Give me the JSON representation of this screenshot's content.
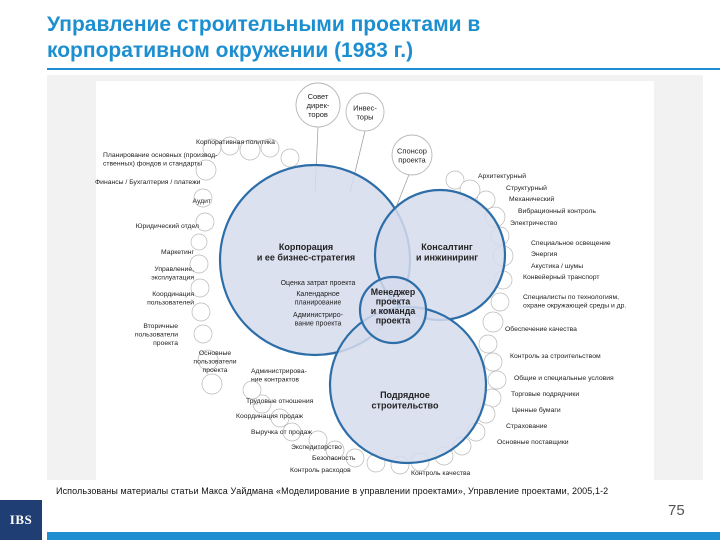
{
  "slide": {
    "title": "Управление строительными проектами в корпоративном окружении (1983 г.)",
    "caption": "Использованы материалы статьи Макса Уайдмана «Моделирование в управлении проектами», Управление проектами, 2005,1-2",
    "logo": "IBS",
    "page_number": "75"
  },
  "diagram": {
    "colors": {
      "fill": "#d6dcec",
      "stroke": "#2d6ea8",
      "small_stroke": "#b8b8b8",
      "text": "#222222"
    },
    "big_circles": [
      {
        "id": "corporation",
        "lines": [
          "Корпорация",
          "и ее бизнес-стратегия"
        ]
      },
      {
        "id": "consulting",
        "lines": [
          "Консалтинг",
          "и инжиниринг"
        ]
      },
      {
        "id": "contracting",
        "lines": [
          "Подрядное",
          "строительство"
        ]
      },
      {
        "id": "manager",
        "lines": [
          "Менеджер",
          "проекта",
          "и команда",
          "проекта"
        ]
      }
    ],
    "inner_labels": [
      {
        "id": "project-costs",
        "lines": [
          "Оценка затрат проекта"
        ]
      },
      {
        "id": "calendar",
        "lines": [
          "Календарное",
          "планирование"
        ]
      },
      {
        "id": "administration",
        "lines": [
          "Администриро-",
          "вание проекта"
        ]
      }
    ],
    "top_circles": [
      {
        "id": "board",
        "lines": [
          "Совет",
          "дирек-",
          "торов"
        ]
      },
      {
        "id": "investor",
        "lines": [
          "Инвес-",
          "торы"
        ]
      },
      {
        "id": "sponsor",
        "lines": [
          "Спонсор",
          "проекта"
        ]
      }
    ],
    "left_labels": [
      {
        "id": "corp-policy",
        "lines": [
          "Корпоративная политика"
        ]
      },
      {
        "id": "fund-planning",
        "lines": [
          "Планирование основных (производ-",
          "ственных) фондов и стандарты"
        ]
      },
      {
        "id": "finance",
        "lines": [
          "Финансы / Бухгалтерия / платежи"
        ]
      },
      {
        "id": "audit",
        "lines": [
          "Аудит"
        ]
      },
      {
        "id": "legal",
        "lines": [
          "Юридический отдел"
        ]
      },
      {
        "id": "marketing",
        "lines": [
          "Маркетинг"
        ]
      },
      {
        "id": "operation",
        "lines": [
          "Управление,",
          "эксплуатация"
        ]
      },
      {
        "id": "coordination",
        "lines": [
          "Координация",
          "пользователей"
        ]
      },
      {
        "id": "secondary-users",
        "lines": [
          "Вторичные",
          "пользователи",
          "проекта"
        ]
      },
      {
        "id": "main-users",
        "lines": [
          "Основные",
          "пользователи",
          "проекта"
        ]
      }
    ],
    "right_labels": [
      {
        "id": "architecture",
        "lines": [
          "Архитектурный"
        ]
      },
      {
        "id": "structural",
        "lines": [
          "Структурный"
        ]
      },
      {
        "id": "mechanical",
        "lines": [
          "Механический"
        ]
      },
      {
        "id": "vibration",
        "lines": [
          "Вибрационный контроль"
        ]
      },
      {
        "id": "electric",
        "lines": [
          "Электричество"
        ]
      },
      {
        "id": "lighting",
        "lines": [
          "Специальное освещение"
        ]
      },
      {
        "id": "energy",
        "lines": [
          "Энергия"
        ]
      },
      {
        "id": "acoustics",
        "lines": [
          "Акустика / шумы"
        ]
      },
      {
        "id": "conveyor",
        "lines": [
          "Конвейерный транспорт"
        ]
      },
      {
        "id": "tech-specialists",
        "lines": [
          "Специалисты по технологиям,",
          "охране окружающей среды и др."
        ]
      },
      {
        "id": "quality-assurance",
        "lines": [
          "Обеспечение качества"
        ]
      }
    ],
    "lower_right_labels": [
      {
        "id": "construction-control",
        "lines": [
          "Контроль за строительством"
        ]
      },
      {
        "id": "conditions",
        "lines": [
          "Общие и специальные условия"
        ]
      },
      {
        "id": "suppliers-trade",
        "lines": [
          "Торговые подрядчики"
        ]
      },
      {
        "id": "securities",
        "lines": [
          "Ценные бумаги"
        ]
      },
      {
        "id": "insurance",
        "lines": [
          "Страхование"
        ]
      },
      {
        "id": "main-suppliers",
        "lines": [
          "Основные поставщики"
        ]
      }
    ],
    "lower_left_labels": [
      {
        "id": "contract-admin",
        "lines": [
          "Администрирова-",
          "ние контрактов"
        ]
      },
      {
        "id": "labor-relations",
        "lines": [
          "Трудовые отношения"
        ]
      },
      {
        "id": "sales-coordination",
        "lines": [
          "Координация продаж"
        ]
      },
      {
        "id": "sales-revenue",
        "lines": [
          "Выручка от продаж"
        ]
      },
      {
        "id": "expediting",
        "lines": [
          "Экспедиторство"
        ]
      },
      {
        "id": "safety",
        "lines": [
          "Безопасность"
        ]
      },
      {
        "id": "cost-control",
        "lines": [
          "Контроль расходов"
        ]
      },
      {
        "id": "quality-control",
        "lines": [
          "Контроль качества"
        ]
      }
    ]
  }
}
